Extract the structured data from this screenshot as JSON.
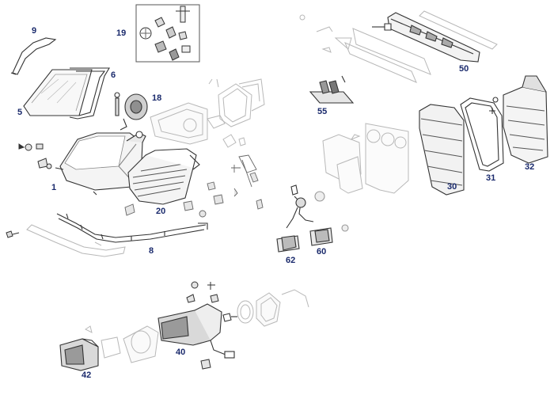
{
  "colors": {
    "callout_text": "#1a2a6c",
    "line_dark": "#333333",
    "line_light": "#b8b8b8",
    "fill_light": "#f3f3f3",
    "fill_mid": "#dedede",
    "fill_dark": "#9a9a9a"
  },
  "callouts": {
    "c1": "1",
    "c5": "5",
    "c6": "6",
    "c8": "8",
    "c9": "9",
    "c18": "18",
    "c19": "19",
    "c20": "20",
    "c30": "30",
    "c31": "31",
    "c32": "32",
    "c40": "40",
    "c42": "42",
    "c50": "50",
    "c55": "55",
    "c60": "60",
    "c62": "62"
  }
}
